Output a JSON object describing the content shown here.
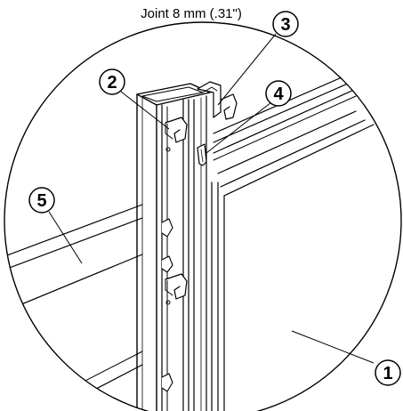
{
  "title": "Joint 8 mm (.31\")",
  "callouts": [
    {
      "label": "1"
    },
    {
      "label": "2"
    },
    {
      "label": "3"
    },
    {
      "label": "4"
    },
    {
      "label": "5"
    }
  ],
  "colors": {
    "line": "#000000",
    "background": "#ffffff"
  }
}
